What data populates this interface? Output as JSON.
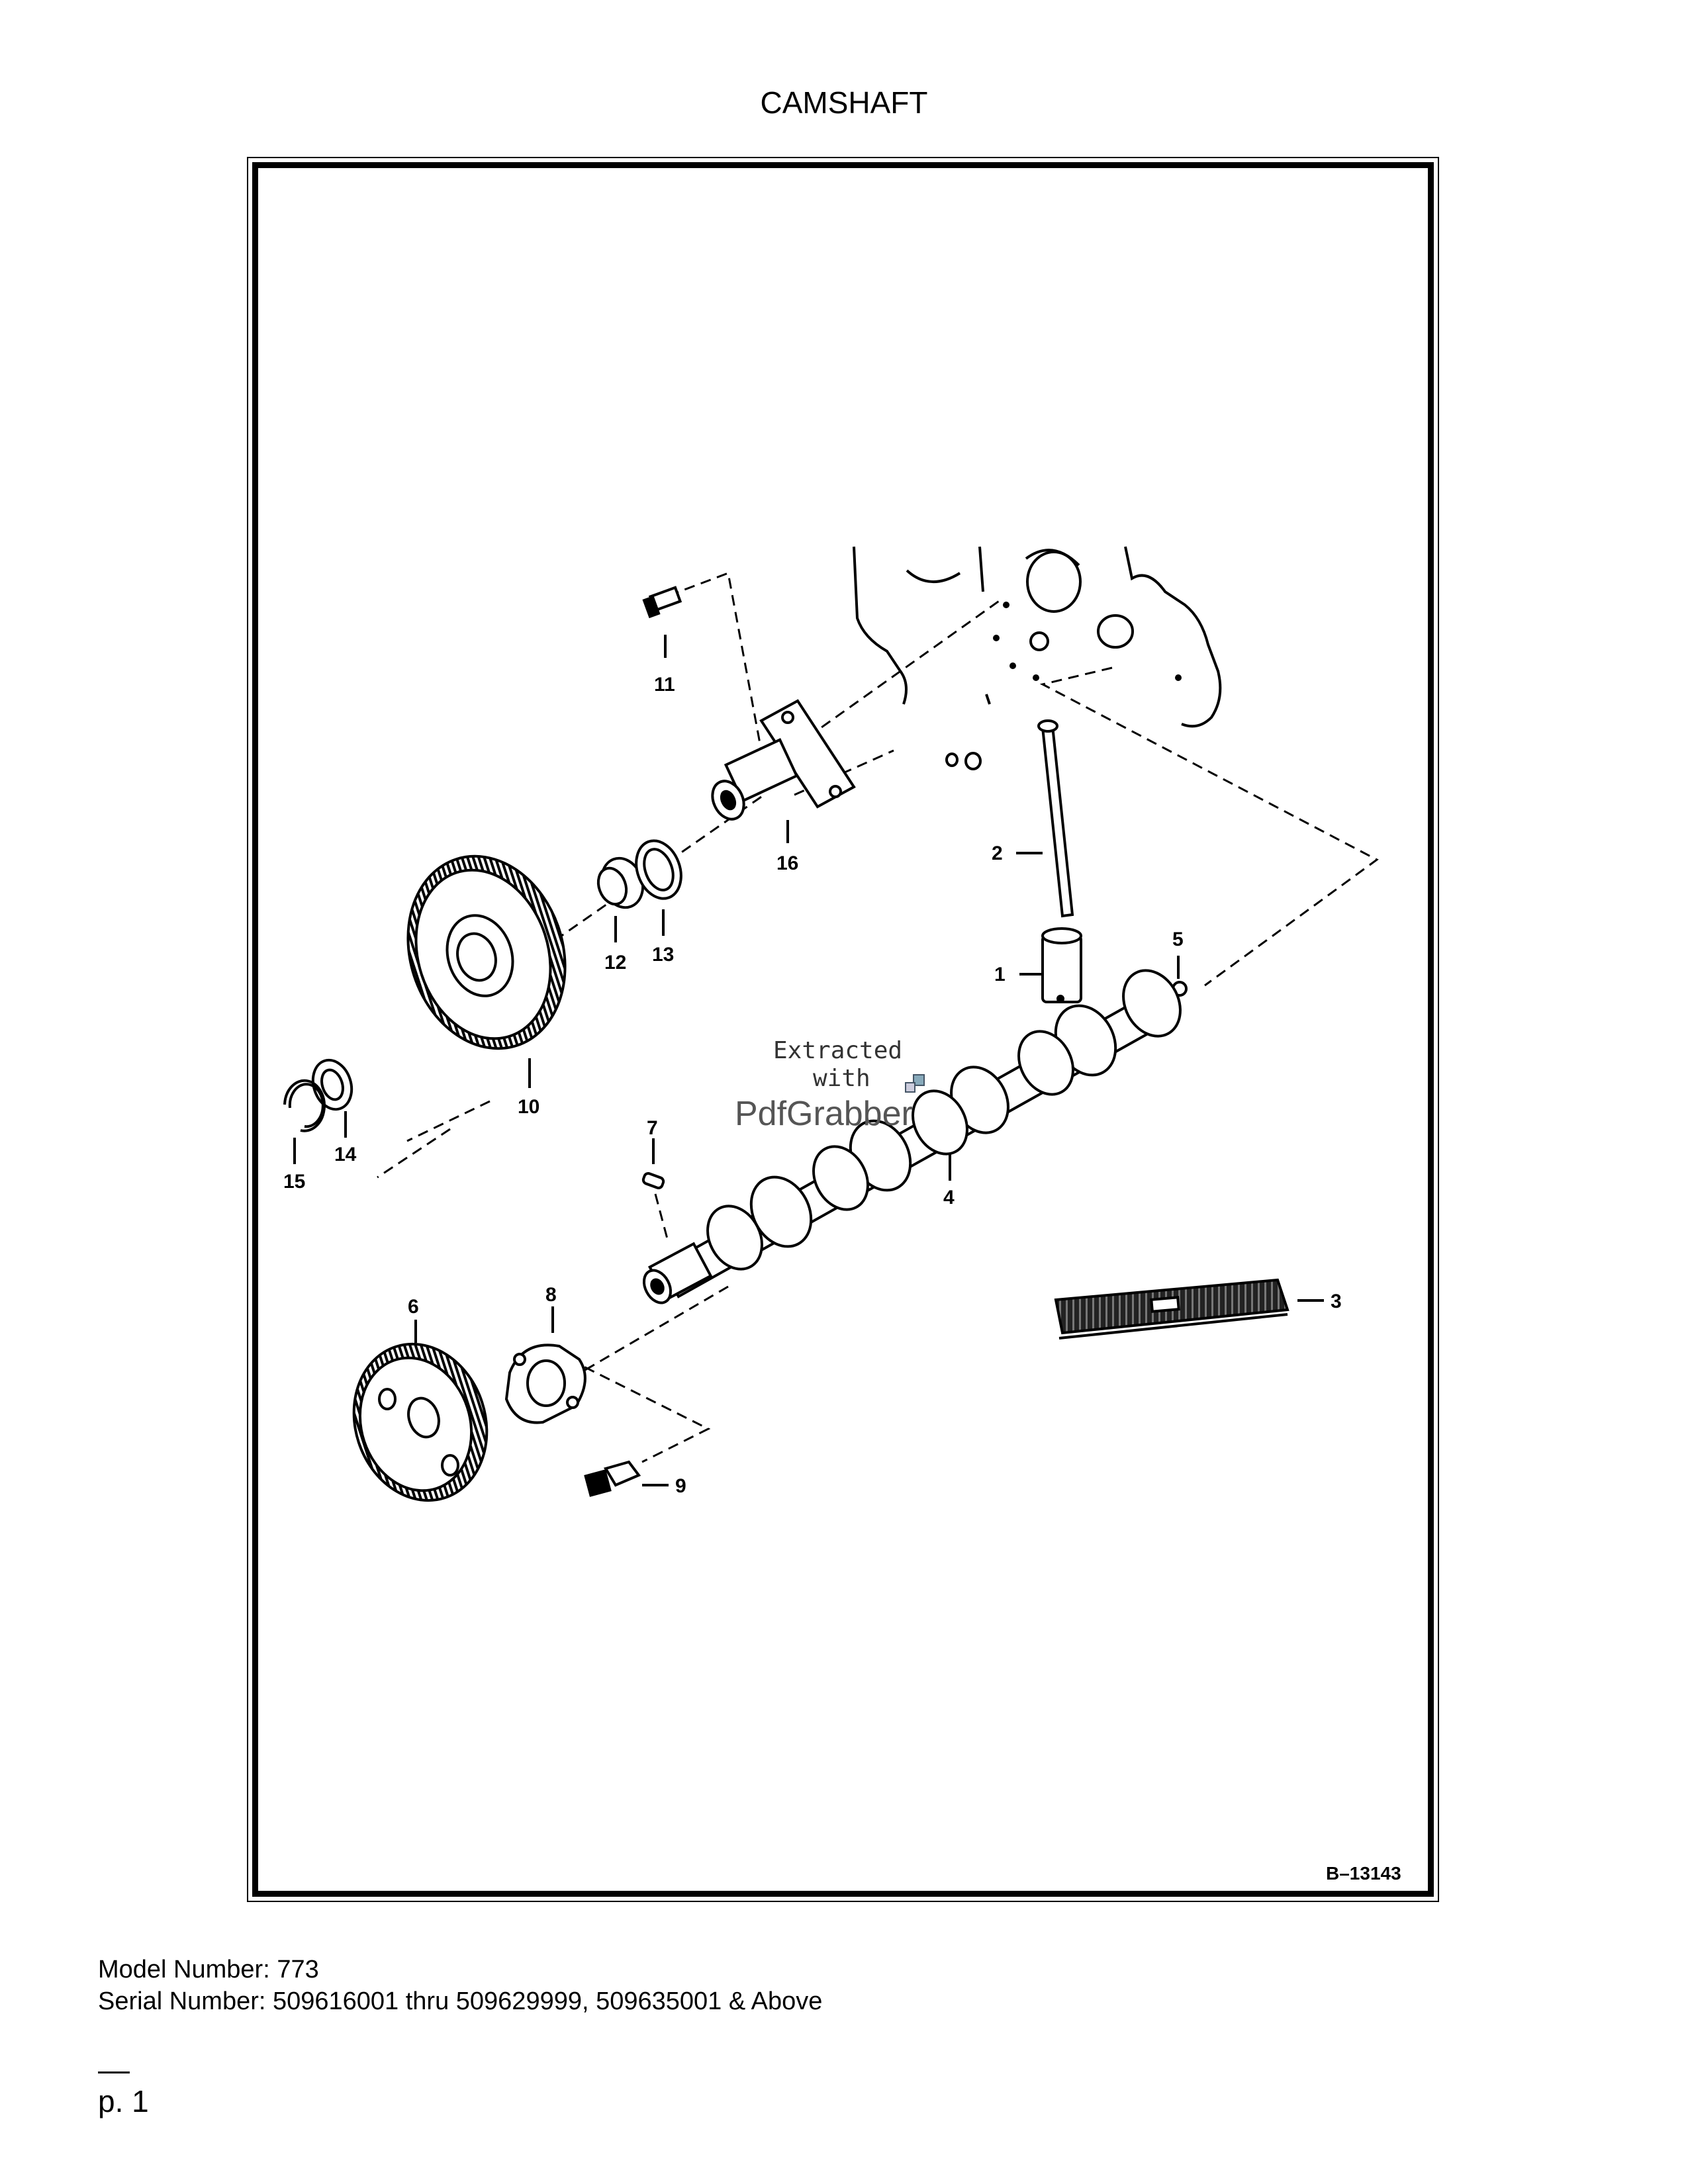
{
  "title": "CAMSHAFT",
  "diagram": {
    "drawing_number": "B–13143",
    "callouts": {
      "c1": "1",
      "c2": "2",
      "c3": "3",
      "c4": "4",
      "c5": "5",
      "c6": "6",
      "c7": "7",
      "c8": "8",
      "c9": "9",
      "c10": "10",
      "c11": "11",
      "c12": "12",
      "c13": "13",
      "c14": "14",
      "c15": "15",
      "c16": "16"
    },
    "watermark": {
      "line1": "Extracted",
      "line2": "with",
      "line3": "PdfGrabber"
    }
  },
  "footer": {
    "model": "Model Number: 773",
    "serial": "Serial Number: 509616001 thru 509629999, 509635001 & Above",
    "page": "p. 1"
  }
}
